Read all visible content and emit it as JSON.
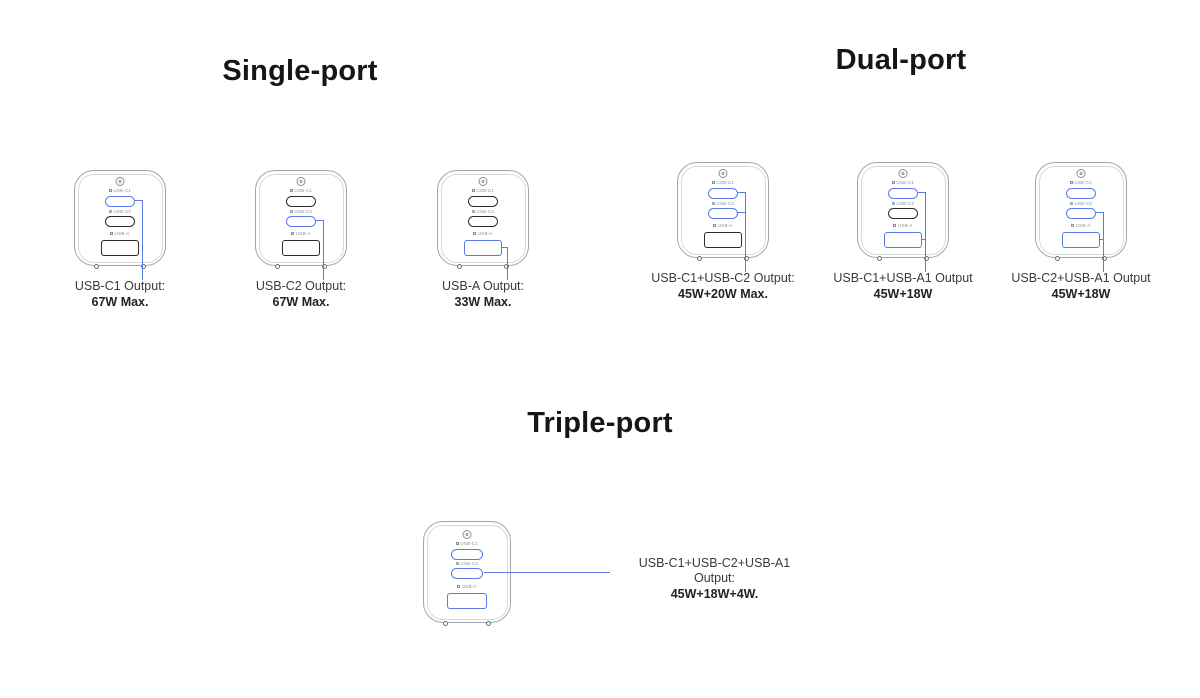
{
  "colors": {
    "accent_blue": "#587BE8",
    "port_dark": "#2b2b2b",
    "body_outline": "#a2a7ad",
    "caption_text": "#3a3a3a",
    "heading_text": "#161616"
  },
  "sections": [
    {
      "title": "Single-port"
    },
    {
      "title": "Dual-port"
    },
    {
      "title": "Triple-port"
    }
  ],
  "port_labels": {
    "c1": "USB-C1",
    "c2": "USB-C2",
    "a": "USB-A"
  },
  "icons": [
    "brand-logo-icon",
    "laptop-icon",
    "phone-icon",
    "plug-icon"
  ],
  "chargers": [
    {
      "section": "Single-port",
      "caption_line1": "USB-C1 Output:",
      "caption_line2": "67W Max.",
      "highlighted_ports": [
        "usb-c1"
      ]
    },
    {
      "section": "Single-port",
      "caption_line1": "USB-C2 Output:",
      "caption_line2": "67W Max.",
      "highlighted_ports": [
        "usb-c2"
      ]
    },
    {
      "section": "Single-port",
      "caption_line1": "USB-A Output:",
      "caption_line2": "33W Max.",
      "highlighted_ports": [
        "usb-a"
      ]
    },
    {
      "section": "Dual-port",
      "caption_line1": "USB-C1+USB-C2 Output:",
      "caption_line2": "45W+20W Max.",
      "highlighted_ports": [
        "usb-c1",
        "usb-c2"
      ]
    },
    {
      "section": "Dual-port",
      "caption_line1": "USB-C1+USB-A1 Output",
      "caption_line2": "45W+18W",
      "highlighted_ports": [
        "usb-c1",
        "usb-a"
      ]
    },
    {
      "section": "Dual-port",
      "caption_line1": "USB-C2+USB-A1 Output",
      "caption_line2": "45W+18W",
      "highlighted_ports": [
        "usb-c1",
        "usb-c2",
        "usb-a"
      ]
    },
    {
      "section": "Triple-port",
      "caption_line1": "USB-C1+USB-C2+USB-A1 Output:",
      "caption_line2": "45W+18W+4W.",
      "highlighted_ports": [
        "usb-c1",
        "usb-c2",
        "usb-a"
      ]
    }
  ]
}
